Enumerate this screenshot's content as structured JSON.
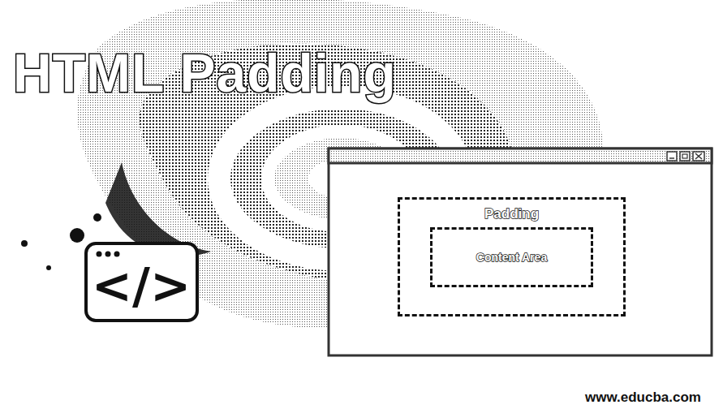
{
  "diagram": {
    "title": "HTML Padding",
    "nodes": [
      {
        "text": [
          "Padding"
        ]
      },
      {
        "text": [
          "Content Area"
        ],
        "in": 0
      }
    ],
    "labels": [
      "</>",
      "www.educba.com"
    ]
  }
}
